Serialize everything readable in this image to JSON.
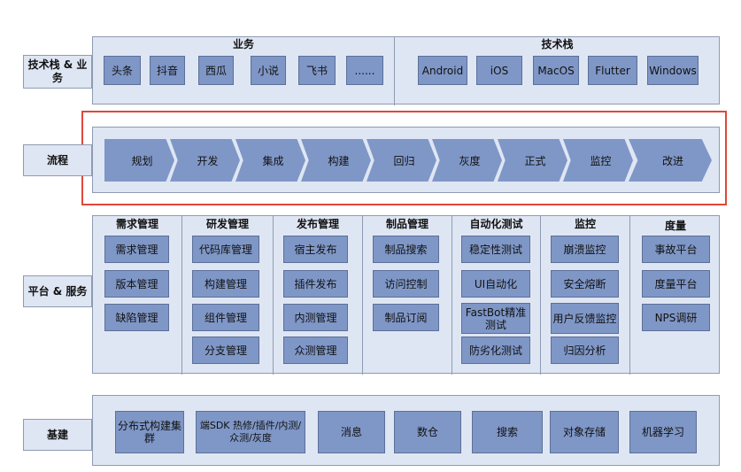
{
  "rows": {
    "tech": {
      "label": "技术栈 & 业务"
    },
    "flow": {
      "label": "流程"
    },
    "platform": {
      "label": "平台 & 服务"
    },
    "infra": {
      "label": "基建"
    }
  },
  "business": {
    "title": "业务",
    "items": [
      "头条",
      "抖音",
      "西瓜",
      "小说",
      "飞书",
      "......"
    ]
  },
  "techstack": {
    "title": "技术栈",
    "items": [
      "Android",
      "iOS",
      "MacOS",
      "Flutter",
      "Windows"
    ]
  },
  "flow_steps": [
    "规划",
    "开发",
    "集成",
    "构建",
    "回归",
    "灰度",
    "正式",
    "监控",
    "改进"
  ],
  "platform_cols": [
    {
      "title": "需求管理",
      "items": [
        "需求管理",
        "版本管理",
        "缺陷管理"
      ]
    },
    {
      "title": "研发管理",
      "items": [
        "代码库管理",
        "构建管理",
        "组件管理",
        "分支管理"
      ]
    },
    {
      "title": "发布管理",
      "items": [
        "宿主发布",
        "插件发布",
        "内测管理",
        "众测管理"
      ]
    },
    {
      "title": "制品管理",
      "items": [
        "制品搜索",
        "访问控制",
        "制品订阅"
      ]
    },
    {
      "title": "自动化测试",
      "items": [
        "稳定性测试",
        "UI自动化",
        "FastBot精准测试",
        "防劣化测试"
      ]
    },
    {
      "title": "监控",
      "items": [
        "崩溃监控",
        "安全熔断",
        "用户反馈监控",
        "归因分析"
      ]
    },
    {
      "title": "度量",
      "items": [
        "事故平台",
        "度量平台",
        "NPS调研"
      ]
    }
  ],
  "infra_items": [
    "分布式构建集群",
    "端SDK 热修/插件/内测/众测/灰度",
    "消息",
    "数仓",
    "搜索",
    "对象存储",
    "机器学习"
  ],
  "colors": {
    "panel": "#dfe6f3",
    "box": "#7f97c7",
    "highlight": "#e0483a"
  }
}
